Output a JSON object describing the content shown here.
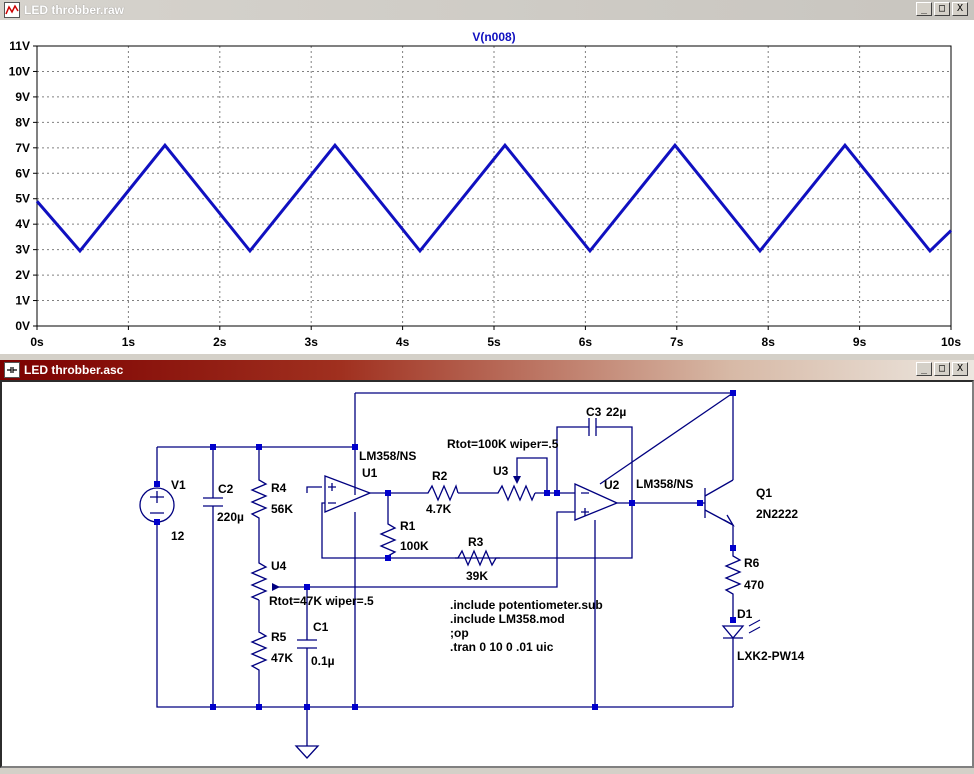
{
  "plot_window": {
    "title": "LED throbber.raw",
    "controls": [
      "_",
      "□",
      "X"
    ]
  },
  "schematic_window": {
    "title": "LED throbber.asc",
    "controls": [
      "_",
      "□",
      "X"
    ]
  },
  "chart_data": {
    "type": "line",
    "title": "V(n008)",
    "xlabel": "",
    "ylabel": "",
    "xlim": [
      0,
      10
    ],
    "ylim": [
      0,
      11
    ],
    "x_ticks": [
      "0s",
      "1s",
      "2s",
      "3s",
      "4s",
      "5s",
      "6s",
      "7s",
      "8s",
      "9s",
      "10s"
    ],
    "y_ticks": [
      "0V",
      "1V",
      "2V",
      "3V",
      "4V",
      "5V",
      "6V",
      "7V",
      "8V",
      "9V",
      "10V",
      "11V"
    ],
    "grid": true,
    "color": "#1010c0",
    "series": [
      {
        "name": "V(n008)",
        "x": [
          0,
          0.47,
          1.4,
          2.33,
          3.26,
          4.19,
          5.12,
          6.05,
          6.98,
          7.91,
          8.84,
          9.77,
          10
        ],
        "y": [
          4.9,
          2.95,
          7.1,
          2.95,
          7.1,
          2.95,
          7.1,
          2.95,
          7.1,
          2.95,
          7.1,
          2.95,
          3.75
        ]
      }
    ]
  },
  "schematic": {
    "labels": {
      "v1": "V1",
      "v1_val": "12",
      "c2": "C2",
      "c2_val": "220µ",
      "r4": "R4",
      "r4_val": "56K",
      "u4": "U4",
      "u4_param": "Rtot=47K wiper=.5",
      "r5": "R5",
      "r5_val": "47K",
      "c1": "C1",
      "c1_val": "0.1µ",
      "u1_model": "LM358/NS",
      "u1": "U1",
      "r2": "R2",
      "r2_val": "4.7K",
      "r1": "R1",
      "r1_val": "100K",
      "u3_param": "Rtot=100K wiper=.5",
      "u3": "U3",
      "r3": "R3",
      "r3_val": "39K",
      "c3": "C3",
      "c3_val": "22µ",
      "u2": "U2",
      "u2_model": "LM358/NS",
      "q1": "Q1",
      "q1_val": "2N2222",
      "r6": "R6",
      "r6_val": "470",
      "d1": "D1",
      "d1_val": "LXK2-PW14"
    },
    "directives": [
      ".include potentiometer.sub",
      ".include LM358.mod",
      ";op",
      ".tran 0 10 0 .01 uic"
    ]
  }
}
